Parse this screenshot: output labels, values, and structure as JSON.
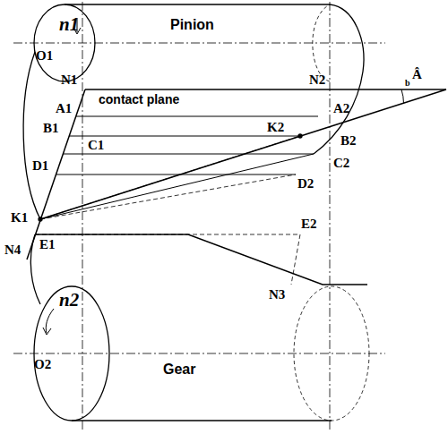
{
  "diagram": {
    "labels": [
      "O1",
      "n1",
      "Pinion",
      "N1",
      "N2",
      "contact plane",
      "b",
      "Â",
      "A1",
      "A2",
      "K2",
      "B1",
      "B2",
      "C1",
      "C2",
      "D1",
      "D2",
      "K1",
      "E1",
      "E2",
      "N4",
      "N3",
      "n2",
      "O2",
      "Gear"
    ]
  }
}
